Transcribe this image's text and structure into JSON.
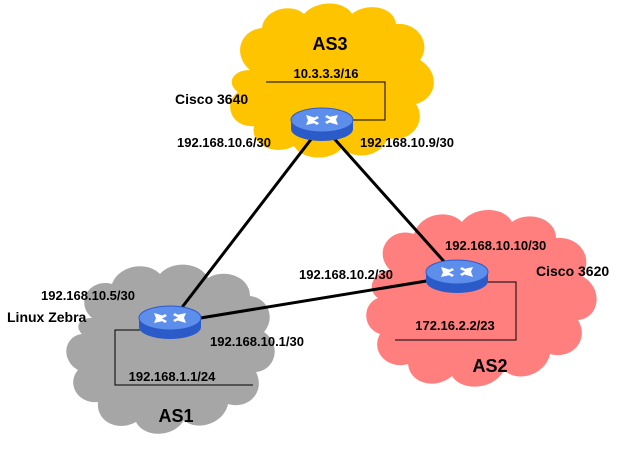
{
  "clouds": {
    "as3": {
      "label": "AS3",
      "color": "#FFC400"
    },
    "as2": {
      "label": "AS2",
      "color": "#FF7F7F"
    },
    "as1": {
      "label": "AS1",
      "color": "#A6A6A6"
    }
  },
  "routers": {
    "cisco3640": {
      "name": "Cisco 3640",
      "loopback": "10.3.3.3/16"
    },
    "cisco3620": {
      "name": "Cisco 3620",
      "lan": "172.16.2.2/23"
    },
    "zebra": {
      "name": "Linux Zebra",
      "lan": "192.168.1.1/24"
    }
  },
  "links": {
    "zebra_3640": {
      "a": "192.168.10.5/30",
      "b": "192.168.10.6/30"
    },
    "c3640_c3620": {
      "a": "192.168.10.9/30",
      "b": "192.168.10.10/30"
    },
    "zebra_3620": {
      "a": "192.168.10.1/30",
      "b": "192.168.10.2/30"
    }
  },
  "colors": {
    "router_body": "#3A6FE0",
    "router_top": "#6E9CF2",
    "link": "#000000"
  }
}
